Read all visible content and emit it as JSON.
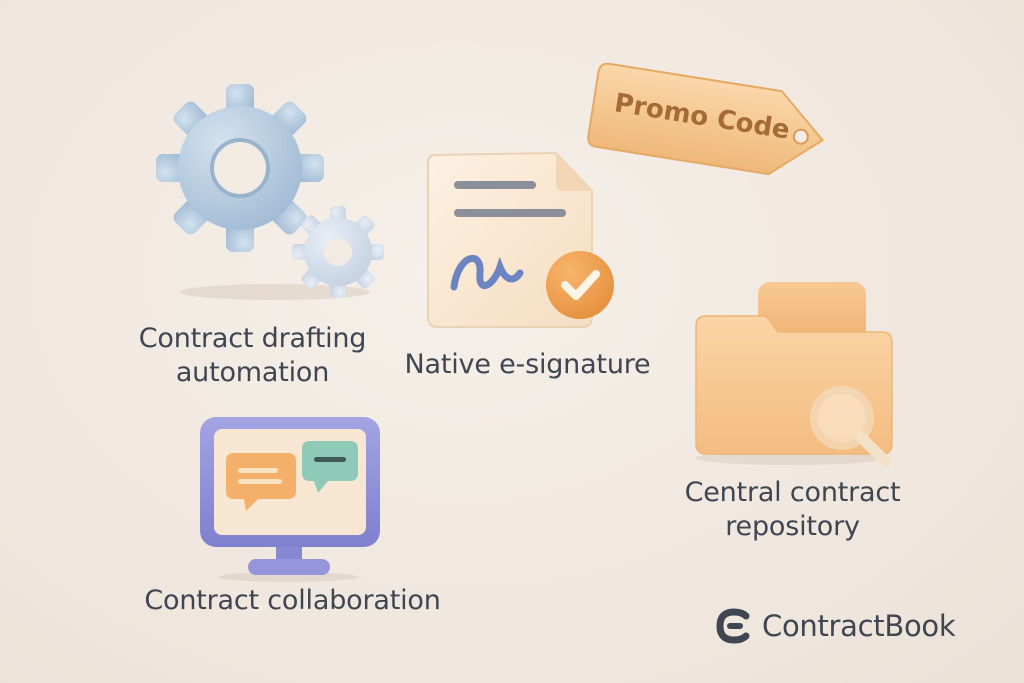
{
  "promo_tag": {
    "label": "Promo Code"
  },
  "features": [
    {
      "line1": "Contract drafting",
      "line2": "automation",
      "icon": "gears-icon"
    },
    {
      "line1": "Native e-signature",
      "icon": "signed-document-icon"
    },
    {
      "line1": "Central contract",
      "line2": "repository",
      "icon": "folder-search-icon"
    },
    {
      "line1": "Contract collaboration",
      "icon": "monitor-chat-icon"
    }
  ],
  "brand": {
    "name": "ContractBook",
    "logo": "contractbook-logo-icon"
  },
  "colors": {
    "background": "#efe6dd",
    "text": "#3f4652",
    "gear_blue": "#b9cfe3",
    "gear_light": "#d5e1ee",
    "orange": "#f1a24e",
    "tag_peach": "#f6c892",
    "folder_peach": "#f7c58e",
    "monitor_purple": "#8f8fd8",
    "chat_green": "#8fcab8",
    "signature_blue": "#6d84c3"
  }
}
